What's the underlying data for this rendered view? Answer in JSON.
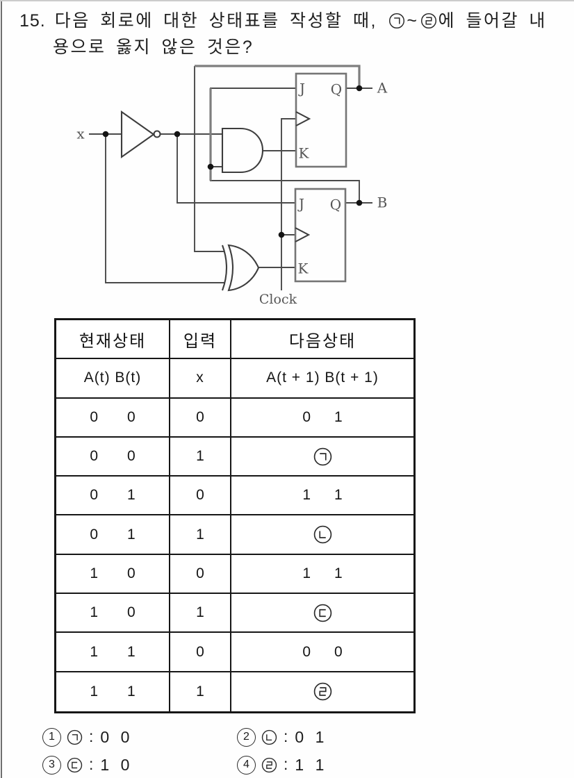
{
  "question": {
    "number": "15.",
    "line1_pre": "다음 회로에 대한 상태표를 작성할 때,",
    "marker_from": "㉠",
    "tilde": "~",
    "marker_to": "㉣",
    "line1_post": "에 들어갈 내",
    "line2": "용으로 옳지 않은 것은?"
  },
  "circuit": {
    "input_label": "x",
    "clock_label": "Clock",
    "ff_a": {
      "j": "J",
      "q": "Q",
      "k": "K",
      "output": "A"
    },
    "ff_b": {
      "j": "J",
      "q": "Q",
      "k": "K",
      "output": "B"
    },
    "gates": [
      "not-gate",
      "and-gate",
      "xor-gate"
    ]
  },
  "state_table": {
    "headers": {
      "current": "현재상태",
      "input": "입력",
      "next": "다음상태"
    },
    "subheaders": {
      "current": "A(t) B(t)",
      "input": "x",
      "next": "A(t + 1) B(t + 1)"
    },
    "rows": [
      {
        "current": [
          "0",
          "0"
        ],
        "input": "0",
        "next": [
          "0",
          "1"
        ],
        "marker": ""
      },
      {
        "current": [
          "0",
          "0"
        ],
        "input": "1",
        "next": [],
        "marker": "㉠"
      },
      {
        "current": [
          "0",
          "1"
        ],
        "input": "0",
        "next": [
          "1",
          "1"
        ],
        "marker": ""
      },
      {
        "current": [
          "0",
          "1"
        ],
        "input": "1",
        "next": [],
        "marker": "㉡"
      },
      {
        "current": [
          "1",
          "0"
        ],
        "input": "0",
        "next": [
          "1",
          "1"
        ],
        "marker": ""
      },
      {
        "current": [
          "1",
          "0"
        ],
        "input": "1",
        "next": [],
        "marker": "㉢"
      },
      {
        "current": [
          "1",
          "1"
        ],
        "input": "0",
        "next": [
          "0",
          "0"
        ],
        "marker": ""
      },
      {
        "current": [
          "1",
          "1"
        ],
        "input": "1",
        "next": [],
        "marker": "㉣"
      }
    ]
  },
  "options": [
    {
      "number": "1",
      "marker": "㉠",
      "colon": ":",
      "value": "0 0"
    },
    {
      "number": "2",
      "marker": "㉡",
      "colon": ":",
      "value": "0 1"
    },
    {
      "number": "3",
      "marker": "㉢",
      "colon": ":",
      "value": "1 0"
    },
    {
      "number": "4",
      "marker": "㉣",
      "colon": ":",
      "value": "1 1"
    }
  ]
}
